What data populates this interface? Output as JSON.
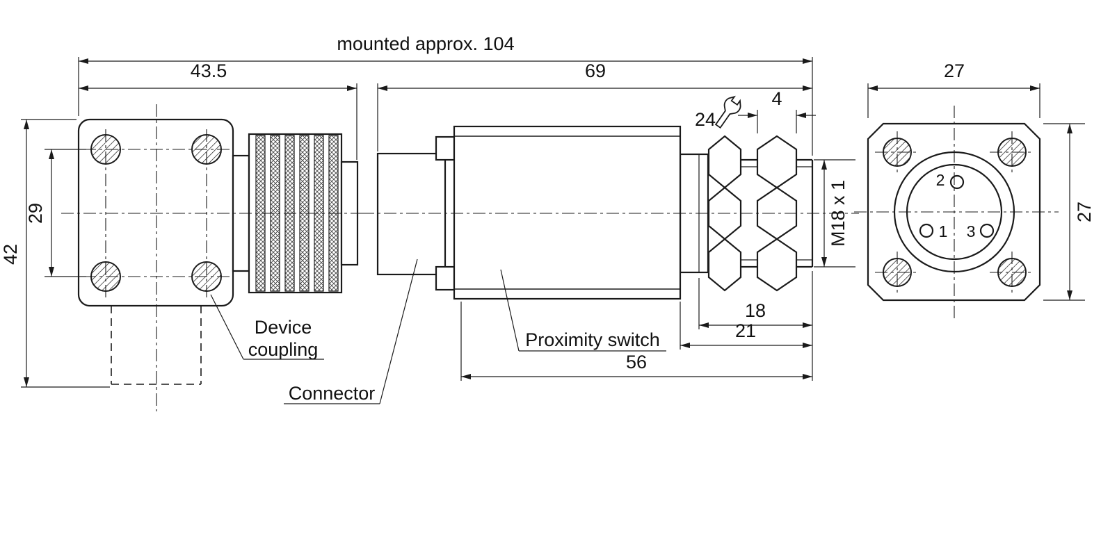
{
  "title": "Proximity switch dimensional drawing",
  "colors": {
    "line": "#1a1a1a",
    "background": "#ffffff"
  },
  "dims": {
    "mounted_total": "mounted approx. 104",
    "coupling_length": "43.5",
    "switch_with_thread": "69",
    "front_flange_width": "27",
    "front_flange_height": "27",
    "flange_height": "42",
    "hole_pitch": "29",
    "nut_thickness": "4",
    "wrench_size": "24",
    "thread_spec": "M18 x 1",
    "thread_length": "18",
    "thread_total": "21",
    "body_length": "56"
  },
  "labels": {
    "device_coupling": [
      "Device",
      "coupling"
    ],
    "connector": "Connector",
    "proximity_switch": "Proximity switch"
  },
  "pins": {
    "p1": "1",
    "p2": "2",
    "p3": "3"
  }
}
